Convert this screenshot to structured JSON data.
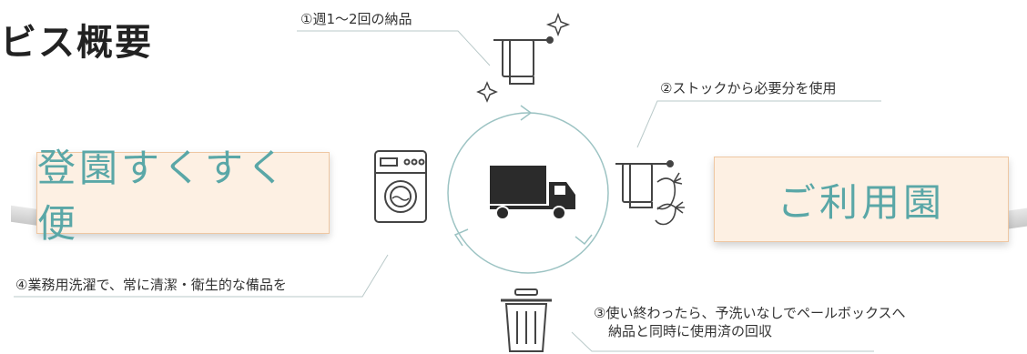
{
  "title": "ビス概要",
  "left_box": {
    "label": "登園すくすく便"
  },
  "right_box": {
    "label": "ご利用園"
  },
  "steps": {
    "step1": "①週1～2回の納品",
    "step2": "②ストックから必要分を使用",
    "step3_line1": "③使い終わったら、予洗いなしでペールボックスへ",
    "step3_line2": "納品と同時に使用済の回収",
    "step4": "④業務用洗濯で、常に清潔・衛生的な備品を"
  },
  "icons": [
    "towel-sparkle-icon",
    "truck-icon",
    "towel-hands-icon",
    "washing-machine-icon",
    "trash-bin-icon"
  ],
  "colors": {
    "accent_text": "#5aa7a7",
    "box_fill": "#fdf0e3",
    "box_border": "#efc7a2",
    "cycle_line": "#9cc3c3"
  }
}
